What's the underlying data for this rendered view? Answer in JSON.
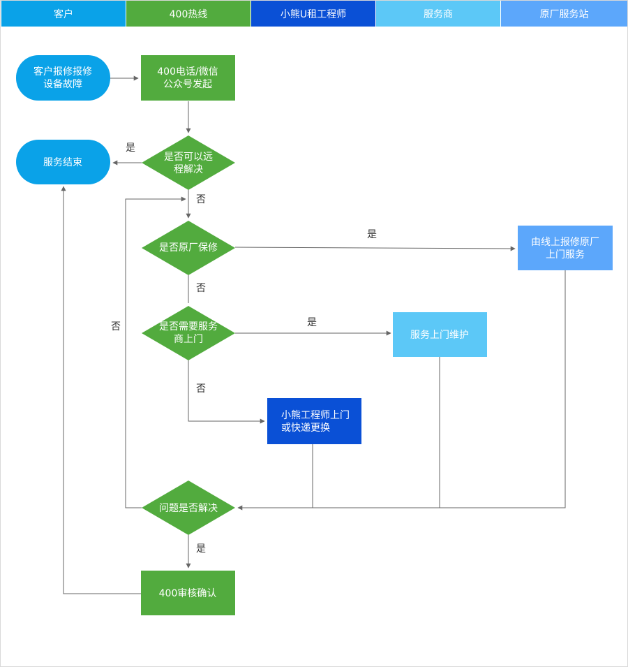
{
  "lanes": [
    {
      "label": "客户",
      "color": "#0aa2e8"
    },
    {
      "label": "400热线",
      "color": "#52ab3e"
    },
    {
      "label": "小熊U租工程师",
      "color": "#0a50d6"
    },
    {
      "label": "服务商",
      "color": "#5cc8f7"
    },
    {
      "label": "原厂服务站",
      "color": "#5ca7fb"
    }
  ],
  "nodes": {
    "customer_report": {
      "lines": [
        "客户报修报修",
        "设备故障"
      ]
    },
    "hotline_start": {
      "lines": [
        "400电话/微信",
        "公众号发起"
      ]
    },
    "remote_check": {
      "lines": [
        "是否可以远",
        "程解决"
      ]
    },
    "service_end": {
      "lines": [
        "服务结束"
      ]
    },
    "warranty_check": {
      "lines": [
        "是否原厂保修"
      ]
    },
    "oem_service": {
      "lines": [
        "由线上报修原厂",
        "上门服务"
      ]
    },
    "provider_check": {
      "lines": [
        "是否需要服务",
        "商上门"
      ]
    },
    "provider_repair": {
      "lines": [
        "服务上门维护"
      ]
    },
    "engineer_service": {
      "lines": [
        "小熊工程师上门",
        "或快递更换"
      ]
    },
    "resolved_check": {
      "lines": [
        "问题是否解决"
      ]
    },
    "hotline_confirm": {
      "lines": [
        "400审核确认"
      ]
    }
  },
  "edge_labels": {
    "remote_yes": "是",
    "remote_no": "否",
    "warranty_yes": "是",
    "warranty_no": "否",
    "provider_yes": "是",
    "provider_no": "否",
    "loop_no": "否",
    "resolved_yes": "是"
  },
  "colors": {
    "customer": "#0aa2e8",
    "hotline": "#52ab3e",
    "engineer": "#0a50d6",
    "provider": "#5cc8f7",
    "oem": "#5ca7fb",
    "edge": "#666666"
  }
}
